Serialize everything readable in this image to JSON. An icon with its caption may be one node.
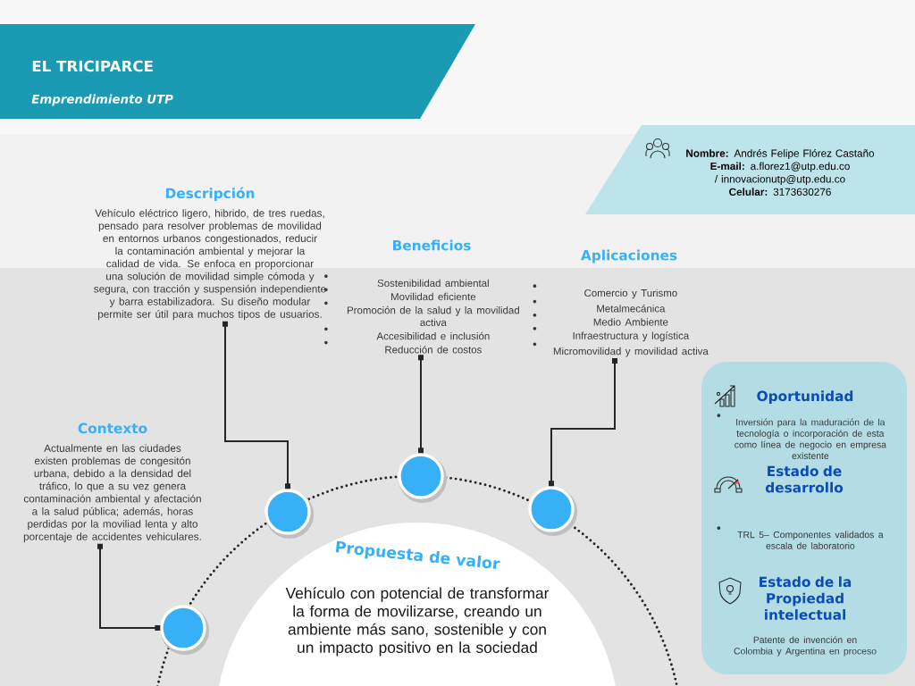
{
  "diagram": {
    "nodes": [
      {
        "text": [
          "EL TRICIPARCE",
          "Emprendimiento UTP"
        ]
      },
      {
        "text": [
          "**Nombre:** Andrés Felipe Flórez Castaño",
          "**E-mail:** a.florez1@utp.edu.co / innovacionutp@utp.edu.co",
          "**Celular:** 3173630276"
        ]
      },
      {
        "text": [
          "Descripción",
          "Vehículo eléctrico ligero, hibrido, de tres ruedas, pensado para resolver problemas de movilidad en entornos urbanos congestionados, reducir la contaminación ambiental y mejorar la calidad de vida. Se enfoca en proporcionar una solución de movilidad simple cómoda y segura, con tracción y suspensión independiente y barra estabilizadora. Su diseño modular permite ser útil para muchos tipos de usuarios."
        ]
      },
      {
        "text": [
          "Beneficios",
          "Sostenibilidad ambiental",
          "Movilidad eficiente",
          "Promoción de la salud y la movilidad activa",
          "Accesibilidad e inclusión",
          "Reducción de costos"
        ]
      },
      {
        "text": [
          "Aplicaciones",
          "Comercio y Turismo",
          "Metalmecánica",
          "Medio Ambiente",
          "Infraestructura y logística",
          "Micromovilidad y movilidad activa"
        ]
      },
      {
        "text": [
          "Contexto",
          "Actualmente en las ciudades existen problemas de congesitón urbana, debido a la densidad del tráfico, lo que a su vez genera contaminación ambiental y afectación a la salud pública; además, horas perdidas por la moviliad lenta y alto porcentaje de accidentes vehiculares."
        ]
      },
      {
        "text": [],
        "shape": "circle"
      },
      {
        "text": [],
        "shape": "circle"
      },
      {
        "text": [],
        "shape": "circle"
      },
      {
        "text": [],
        "shape": "circle"
      },
      {
        "text": [
          "Propuesta de valor",
          "Vehículo con potencial de transformar la forma de movilizarse, creando un ambiente más sano, sostenible y con un impacto positivo en la sociedad"
        ]
      },
      {
        "text": [
          "Oportunidad",
          "Inversión para la maduración de la tecnología o incorporación de esta como línea de negocio en empresa existente",
          "Estado de desarrollo",
          "TRL 5– Componentes validados a escala de laboratorio",
          "Estado de la Propiedad intelectual",
          "Patente de invención en Colombia y Argentina en proceso"
        ]
      }
    ],
    "edges": [
      {
        "from": 5,
        "to": 6,
        "arrow": "other"
      },
      {
        "from": 2,
        "to": 7,
        "arrow": "other"
      },
      {
        "from": 3,
        "to": 8,
        "arrow": "other"
      },
      {
        "from": 4,
        "to": 9,
        "arrow": "other"
      }
    ]
  }
}
